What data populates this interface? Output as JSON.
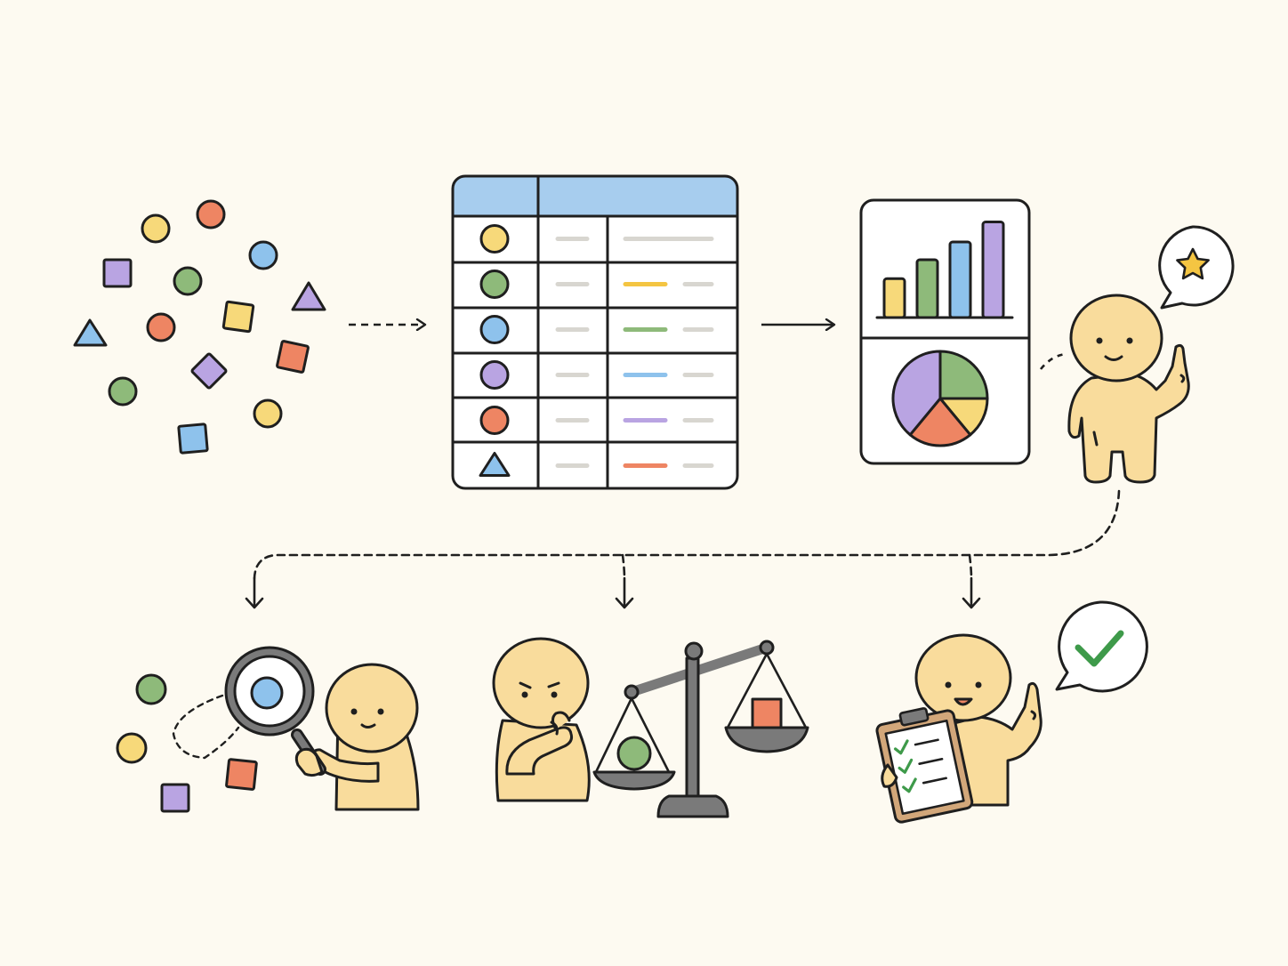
{
  "colors": {
    "background": "#fdfaf1",
    "ink": "#1f1f1f",
    "skin": "#f9dc9c",
    "yellow": "#f7d97a",
    "orange": "#ee8563",
    "blue": "#8ec2ec",
    "green": "#8eba7a",
    "purple": "#b9a4e2",
    "gold": "#f4c542",
    "check": "#3e9a4a",
    "header_blue": "#a7cdee",
    "placeholder": "#d8d6d0",
    "scale_gray": "#7a7a7a",
    "clipboard": "#d2a77a"
  },
  "icons": {
    "scattered_items": "scattered-shapes",
    "table": "table-icon",
    "charts": "bar-and-pie-chart-icon",
    "presenter": "pointing-person",
    "idea": "star-speech-bubble-icon",
    "explore": "magnifier-person",
    "compare": "balance-scale-person",
    "confirm": "clipboard-checklist-person",
    "approval": "checkmark-speech-bubble-icon"
  },
  "table_rows": [
    "circle-yellow",
    "circle-green",
    "circle-blue",
    "circle-purple",
    "circle-orange",
    "triangle-blue"
  ],
  "table_row_bar_colors": [
    "#d8d6d0",
    "#f4c542",
    "#8eba7a",
    "#8ec2ec",
    "#b9a4e2",
    "#ee8563"
  ],
  "bar_chart_values": [
    0.35,
    0.52,
    0.68,
    0.86
  ],
  "pie_slices": [
    {
      "color": "green",
      "share": 0.25
    },
    {
      "color": "yellow",
      "share": 0.14
    },
    {
      "color": "orange",
      "share": 0.22
    },
    {
      "color": "purple",
      "share": 0.39
    }
  ]
}
